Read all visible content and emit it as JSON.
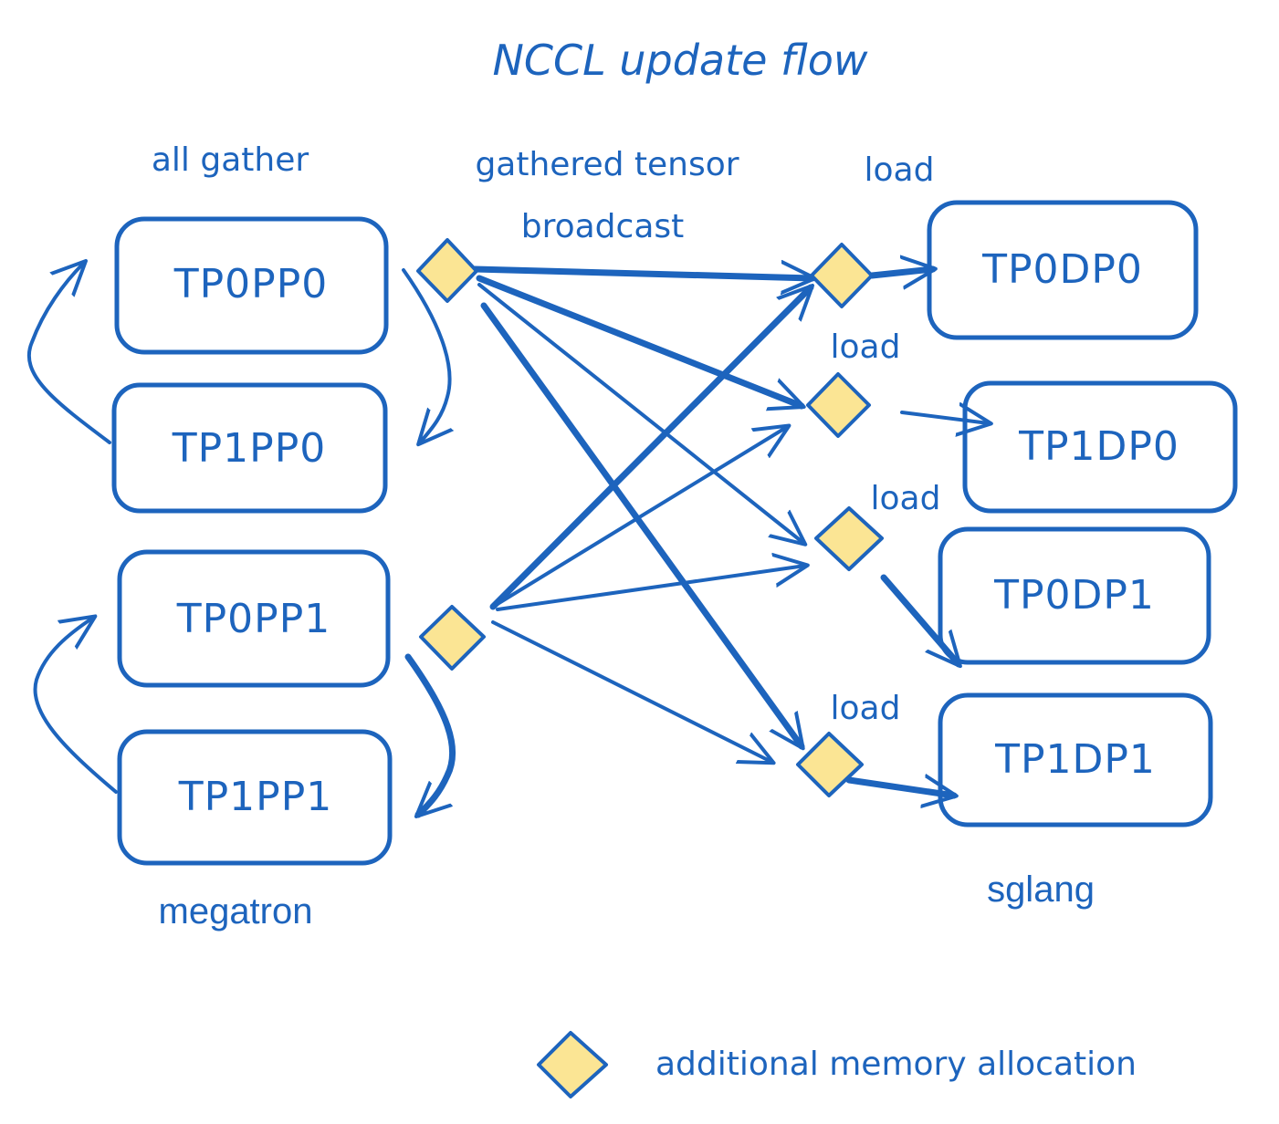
{
  "title": "NCCL update flow",
  "labels": {
    "all_gather": "all gather",
    "gathered_tensor": "gathered tensor",
    "broadcast": "broadcast",
    "load_1": "load",
    "load_2": "load",
    "load_3": "load",
    "load_4": "load"
  },
  "megatron": {
    "group_label": "megatron",
    "boxes": [
      "TP0PP0",
      "TP1PP0",
      "TP0PP1",
      "TP1PP1"
    ]
  },
  "sglang": {
    "group_label": "sglang",
    "boxes": [
      "TP0DP0",
      "TP1DP0",
      "TP0DP1",
      "TP1DP1"
    ]
  },
  "legend": {
    "label": "additional memory allocation"
  },
  "colors": {
    "stroke": "#1d64bd",
    "diamond_fill": "#fbe594"
  }
}
